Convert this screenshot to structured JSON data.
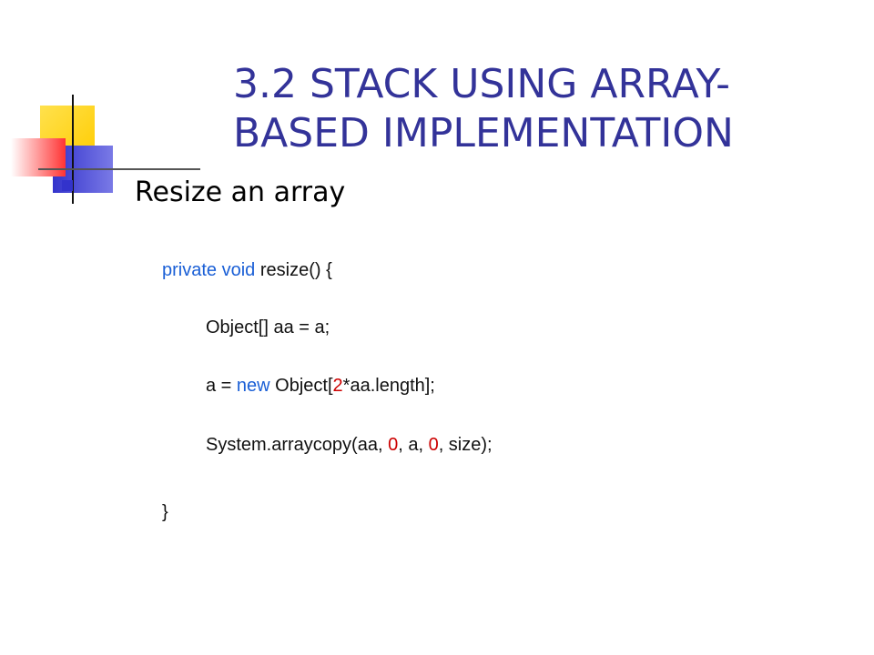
{
  "slide": {
    "title_line1": "3.2 STACK USING ARRAY-",
    "title_line2": "BASED IMPLEMENTATION",
    "subtitle": "Resize an array"
  },
  "code": {
    "l1": {
      "kw1": "private",
      "kw2": "void",
      "rest": "resize() {"
    },
    "l2": {
      "text": "Object[] aa = a;"
    },
    "l3": {
      "a": "a = ",
      "kw": "new",
      "b": " Object[",
      "num": "2",
      "c": "*aa.length];"
    },
    "l4": {
      "a": "System.arraycopy(aa, ",
      "n1": "0",
      "b": ", a, ",
      "n2": "0",
      "c": ", size);"
    },
    "l5": {
      "text": "}"
    }
  },
  "colors": {
    "title": "#333399",
    "keyword": "#1a5fd6",
    "number": "#cc0000",
    "deco_yellow": "#ffcc00",
    "deco_blue": "#3333cc",
    "deco_red": "#ff3333"
  }
}
